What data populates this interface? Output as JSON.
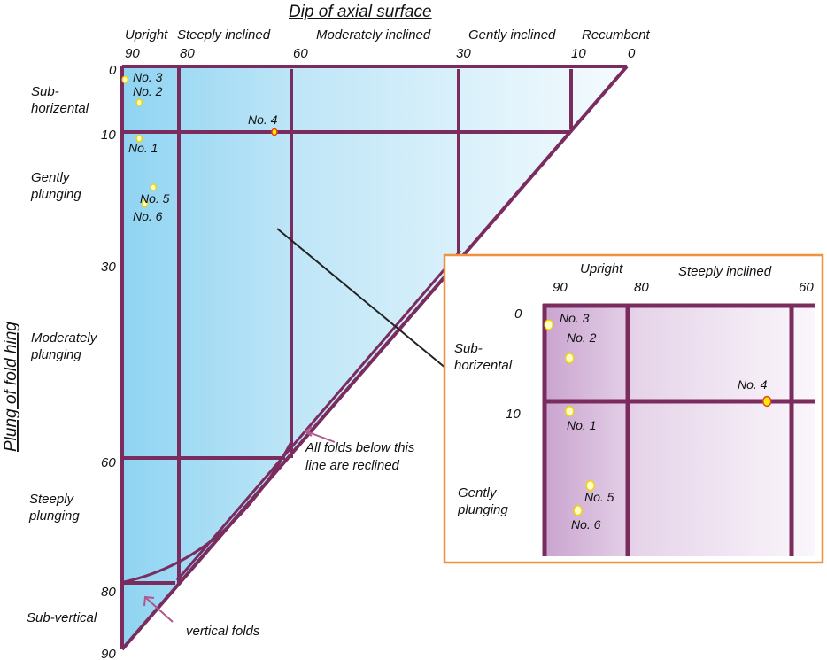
{
  "diagram": {
    "title_top": "Dip of axial surface",
    "title_left": "Plung of fold hing",
    "dip_categories": [
      "Upright",
      "Steeply inclined",
      "Moderately inclined",
      "Gently inclined",
      "Recumbent"
    ],
    "dip_ticks": [
      "90",
      "80",
      "60",
      "30",
      "10",
      "0"
    ],
    "plunge_ticks": [
      "0",
      "10",
      "30",
      "60",
      "80",
      "90"
    ],
    "plunge_categories": {
      "sub_horizontal_1": "Sub-",
      "sub_horizontal_2": "horizental",
      "gently_1": "Gently",
      "gently_2": "plunging",
      "moderately_1": "Moderately",
      "moderately_2": "plunging",
      "steeply_1": "Steeply",
      "steeply_2": "plunging",
      "sub_vertical": "Sub-vertical"
    },
    "annotations": {
      "reclined_1": "All folds below this",
      "reclined_2": "line are reclined",
      "vertical_folds": "vertical folds"
    },
    "points": [
      {
        "label": "No. 3",
        "dip": 89.5,
        "plunge": 2,
        "color": "#ffffcc"
      },
      {
        "label": "No. 2",
        "dip": 87,
        "plunge": 5.5,
        "color": "#ffffcc"
      },
      {
        "label": "No. 4",
        "dip": 63,
        "plunge": 10,
        "color": "#ffee00",
        "ring": "#e8401c"
      },
      {
        "label": "No. 1",
        "dip": 87,
        "plunge": 11,
        "color": "#ffffcc"
      },
      {
        "label": "No. 5",
        "dip": 84.5,
        "plunge": 18.5,
        "color": "#ffffcc"
      },
      {
        "label": "No. 6",
        "dip": 86,
        "plunge": 21,
        "color": "#ffffcc"
      }
    ],
    "inset": {
      "dip_categories": [
        "Upright",
        "Steeply inclined"
      ],
      "dip_ticks": [
        "90",
        "80",
        "60"
      ],
      "plunge_ticks": [
        "0",
        "10"
      ],
      "sub_horizontal_1": "Sub-",
      "sub_horizontal_2": "horizental",
      "gently_1": "Gently",
      "gently_2": "plunging"
    },
    "colors": {
      "grid_line": "#7a2c5e",
      "fill_main": "#8fd4f2",
      "fill_inset": "#c9a3cf",
      "inset_border": "#f0913e",
      "arrow": "#222222",
      "pointer": "#b1568e"
    }
  }
}
